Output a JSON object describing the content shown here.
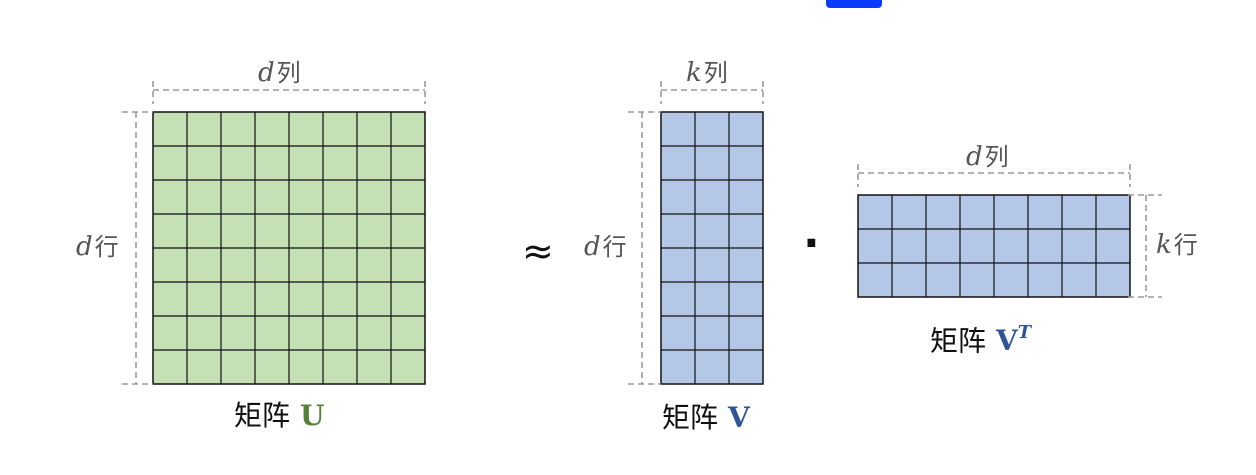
{
  "colors": {
    "green_fill": "#c5e0b4",
    "blue_fill": "#b4c7e7",
    "grid_line": "#111111",
    "dash": "#9a9a9a",
    "green_label": "#548235",
    "blue_label": "#2f5597",
    "badge": "#0a3cff"
  },
  "matrix_u": {
    "rows": 8,
    "cols": 8,
    "caption_prefix": "矩阵",
    "caption_symbol": "U",
    "col_label": {
      "var": "d",
      "unit": "列"
    },
    "row_label": {
      "var": "d",
      "unit": "行"
    }
  },
  "approx_symbol": "≈",
  "matrix_v": {
    "rows": 8,
    "cols": 3,
    "caption_prefix": "矩阵",
    "caption_symbol": "V",
    "col_label": {
      "var": "k",
      "unit": "列"
    },
    "row_label": {
      "var": "d",
      "unit": "行"
    }
  },
  "dot_symbol": "·",
  "matrix_vt": {
    "rows": 3,
    "cols": 8,
    "caption_prefix": "矩阵",
    "caption_symbol": "V",
    "caption_superscript": "T",
    "col_label": {
      "var": "d",
      "unit": "列"
    },
    "row_label": {
      "var": "k",
      "unit": "行"
    }
  }
}
